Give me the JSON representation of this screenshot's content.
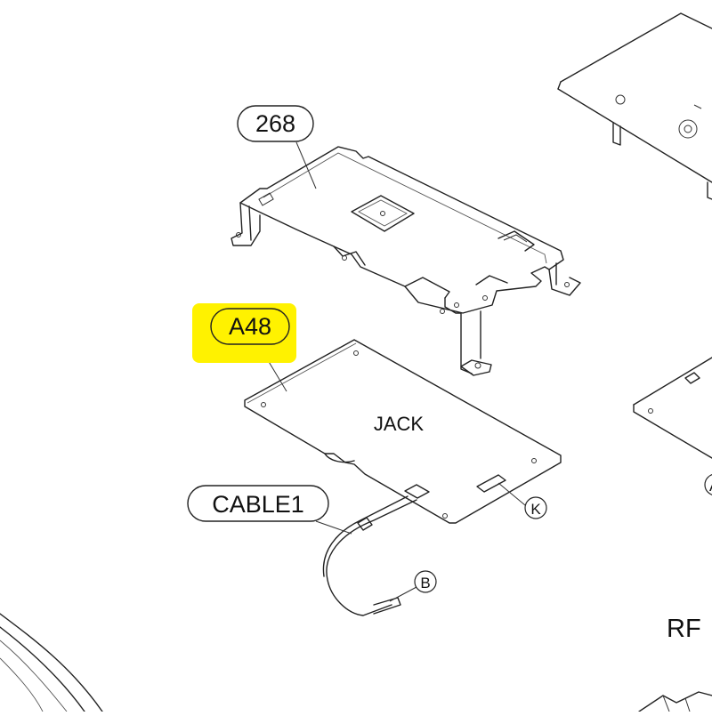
{
  "labels": {
    "part_268": "268",
    "part_a48": "A48",
    "board_name": "JACK",
    "cable": "CABLE1",
    "connector_k": "K",
    "connector_b": "B",
    "region_rf": "RF",
    "edge_a": "A"
  },
  "colors": {
    "highlight": "#fff200",
    "line": "#222222"
  }
}
